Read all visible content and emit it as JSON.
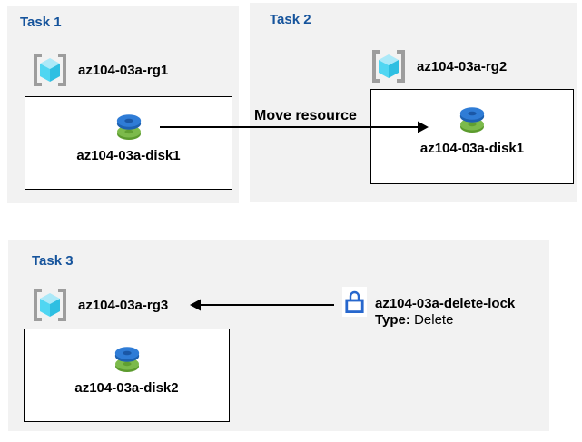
{
  "colors": {
    "panel_bg": "#f2f2f2",
    "title_blue": "#16549c",
    "arrow_color": "#000000",
    "box_border": "#000000",
    "rg_bracket": "#9d9d9d",
    "rg_cube_top": "#ace9f8",
    "rg_cube_left": "#50d6f2",
    "rg_cube_right": "#2ebfe2",
    "disk_blue": "#2f7cd6",
    "disk_blue_rim": "#1d61b0",
    "disk_blue_hole": "#1a57a6",
    "disk_green": "#7cba4b",
    "disk_green_rim": "#5c9b2e",
    "disk_green_hole": "#609f31",
    "lock_blue": "#2767cd"
  },
  "tasks": [
    {
      "title": "Task 1",
      "resource_group": "az104-03a-rg1",
      "disk": "az104-03a-disk1"
    },
    {
      "title": "Task 2",
      "resource_group": "az104-03a-rg2",
      "disk": "az104-03a-disk1"
    },
    {
      "title": "Task 3",
      "resource_group": "az104-03a-rg3",
      "disk": "az104-03a-disk2"
    }
  ],
  "arrows": [
    {
      "label": "Move resource",
      "direction": "right",
      "from": "az104-03a-disk1 in az104-03a-rg1",
      "to": "az104-03a-rg2 box"
    },
    {
      "label": "",
      "direction": "left",
      "from": "az104-03a-delete-lock",
      "to": "az104-03a-rg3"
    }
  ],
  "lock": {
    "name": "az104-03a-delete-lock",
    "type_label": "Type:",
    "type_value": "Delete"
  }
}
